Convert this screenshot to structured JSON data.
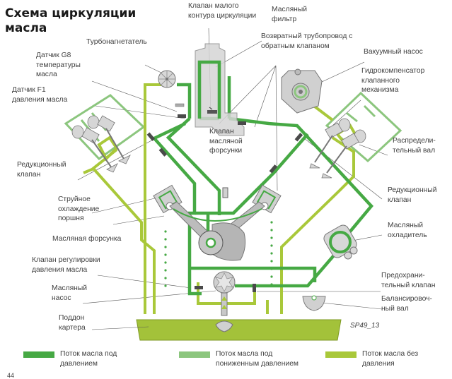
{
  "title": "Схема циркуляции\nмасла",
  "colors": {
    "pressure": "#46a944",
    "reduced_pressure": "#8cc67e",
    "no_pressure": "#a9c83a",
    "component_gray": "#cfcfcf",
    "component_stroke": "#6e6e6e",
    "sump": "#a3c23a"
  },
  "labels": {
    "small_circuit_valve": "Клапан малого\nконтура циркуляции",
    "oil_filter": "Масляный\nфильтр",
    "return_line": "Возвратный трубопровод с\nобратным клапаном",
    "turbocharger": "Турбонагнетатель",
    "vacuum_pump": "Вакуумный насос",
    "temp_sensor": "Датчик G8\nтемпературы\nмасла",
    "hydraulic_lifter": "Гидрокомпенсатор\nклапанного\nмеханизма",
    "pressure_sensor": "Датчик F1\nдавления масла",
    "oil_jet_valve": "Клапан\nмасляной\nфорсунки",
    "camshaft": "Распредели-\nтельный вал",
    "reducing_valve_left": "Редукционный\nклапан",
    "reducing_valve_right": "Редукционный\nклапан",
    "piston_cooling": "Струйное\nохлаждение\nпоршня",
    "oil_jet": "Масляная форсунка",
    "oil_cooler": "Масляный\nохладитель",
    "pressure_control_valve": "Клапан регулировки\nдавления масла",
    "oil_pump": "Масляный\nнасос",
    "relief_valve": "Предохрани-\nтельный клапан",
    "balance_shaft": "Балансировоч-\nный вал",
    "oil_sump": "Поддон\nкартера"
  },
  "figure_code": "SP49_13",
  "page_number": "44",
  "legend": [
    {
      "label": "Поток масла под\nдавлением",
      "color": "#46a944"
    },
    {
      "label": "Поток масла под\nпониженным давлением",
      "color": "#8cc67e"
    },
    {
      "label": "Поток масла без\nдавления",
      "color": "#a9c83a"
    }
  ]
}
